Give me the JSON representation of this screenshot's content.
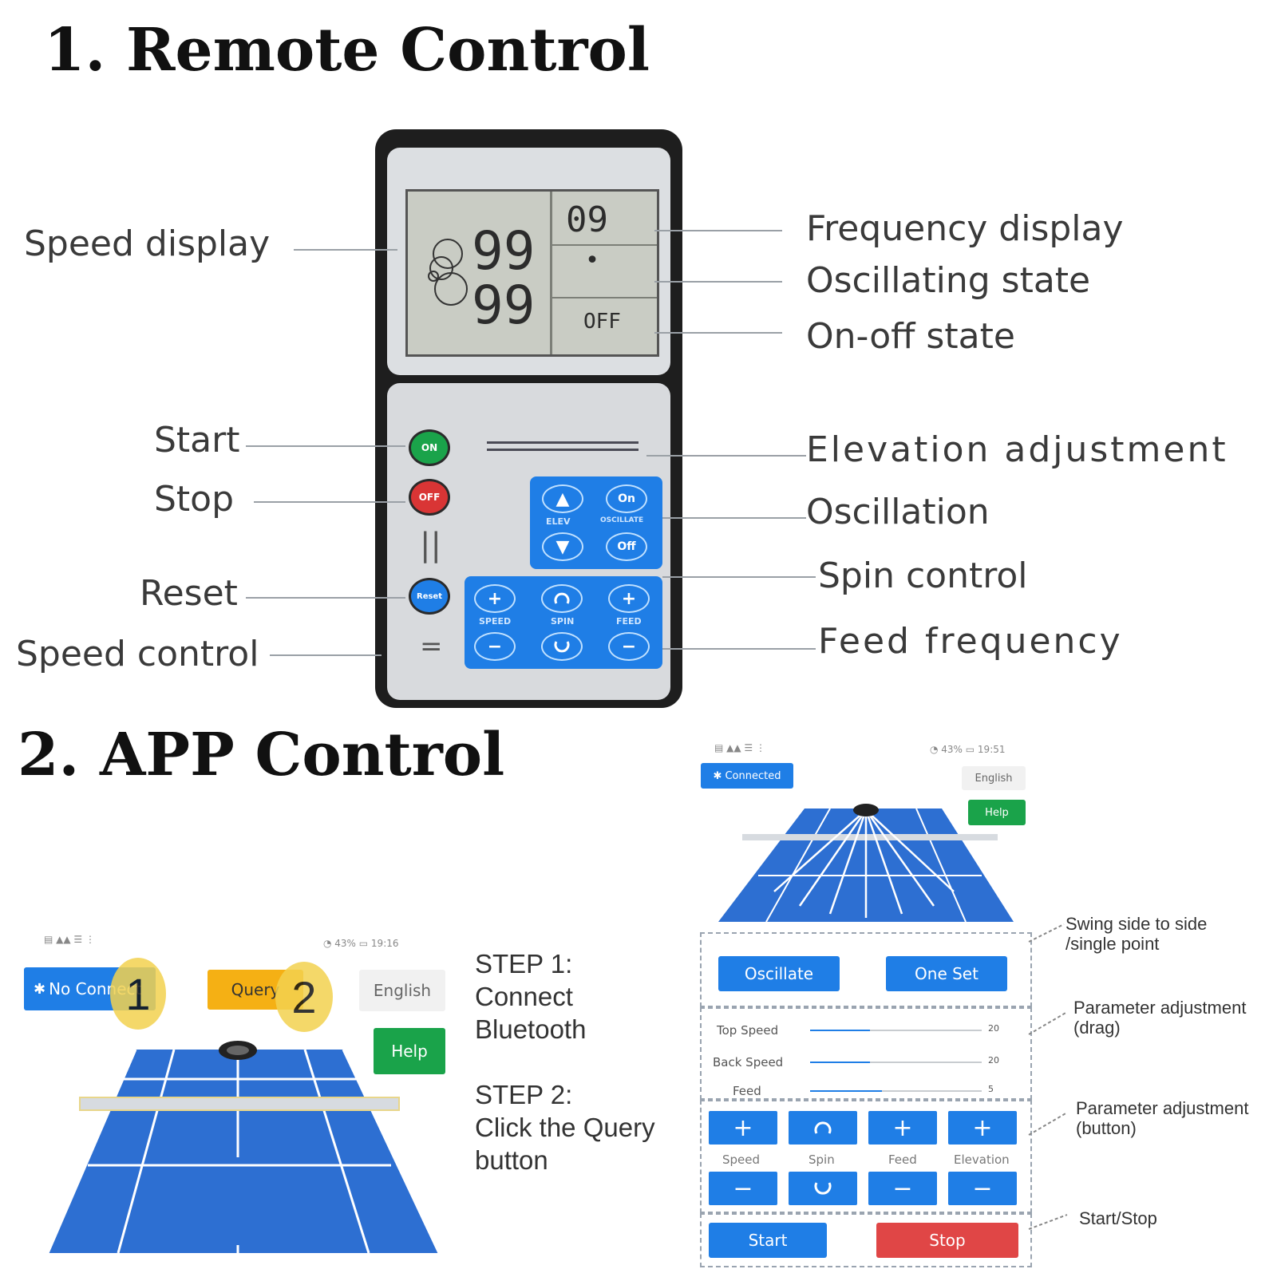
{
  "section1": {
    "title": "1. Remote Control"
  },
  "section2": {
    "title": "2. APP Control"
  },
  "remote": {
    "lcd": {
      "speed_top": "99",
      "speed_bottom": "99",
      "frequency": "09",
      "oscillating": "•",
      "state": "OFF"
    },
    "buttons": {
      "on": "ON",
      "off": "OFF",
      "reset": "Reset"
    },
    "keypad": {
      "elev_label": "ELEV",
      "oscillate_label": "OSCILLATE",
      "osc_on": "On",
      "osc_off": "Off",
      "speed_label": "SPEED",
      "spin_label": "SPIN",
      "feed_label": "FEED",
      "plus": "+",
      "minus": "−",
      "up": "▲",
      "down": "▼"
    },
    "labels_left": {
      "speed_display": "Speed  display",
      "start": "Start",
      "stop": "Stop",
      "reset": "Reset",
      "speed_control": "Speed control"
    },
    "labels_right": {
      "frequency_display": "Frequency display",
      "oscillating_state": "Oscillating state",
      "onoff_state": "On-off state",
      "elevation": "Elevation adjustment",
      "oscillation": "Oscillation",
      "spin": "Spin control",
      "feed": "Feed frequency"
    },
    "marks": {
      "pause": "||",
      "equal": "="
    }
  },
  "app_left": {
    "status_left": "▤ ▲▲ ☰ ⋮",
    "status_right": "◔ 43% ▭ 19:16",
    "no_connect": "No Connect",
    "query": "Query",
    "english": "English",
    "help": "Help",
    "marker1": "1",
    "marker2": "2"
  },
  "steps": {
    "step1_title": "STEP 1:",
    "step1_l1": "Connect",
    "step1_l2": "Bluetooth",
    "step2_title": "STEP 2:",
    "step2_l1": "Click the Query",
    "step2_l2": "button"
  },
  "app_right": {
    "status_left": "▤ ▲▲ ☰ ⋮",
    "status_right": "◔ 43% ▭ 19:51",
    "connected": "Connected",
    "english": "English",
    "help": "Help",
    "oscillate": "Oscillate",
    "one_set": "One Set",
    "sliders": [
      {
        "label": "Top Speed",
        "value": "20"
      },
      {
        "label": "Back Speed",
        "value": "20"
      },
      {
        "label": "Feed",
        "value": "5"
      }
    ],
    "param_labels": [
      "Speed",
      "Spin",
      "Feed",
      "Elevation"
    ],
    "plus": "+",
    "minus": "−",
    "start": "Start",
    "stop": "Stop"
  },
  "annotations": {
    "swing_l1": "Swing side to side",
    "swing_l2": "/single point",
    "drag_l1": "Parameter adjustment",
    "drag_l2": "(drag)",
    "button_l1": "Parameter adjustment",
    "button_l2": "(button)",
    "startstop": "Start/Stop"
  },
  "colors": {
    "blue": "#1f7ee6",
    "green": "#1aa34a",
    "red": "#e04646",
    "orange": "#f5b014",
    "court": "#2d6fd2"
  }
}
